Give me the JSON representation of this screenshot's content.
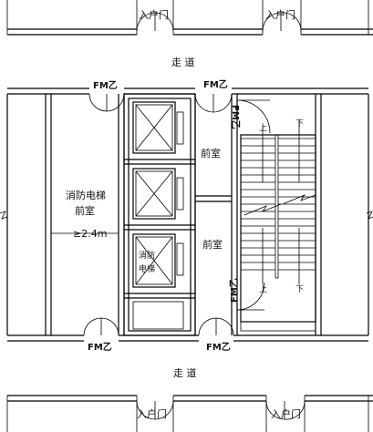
{
  "labels": {
    "entry_door": "入户门",
    "corridor": "走 道",
    "fire_door": "FM乙",
    "front_room": "前室",
    "fire_elevator_lobby_line1": "消防电梯",
    "fire_elevator_lobby_line2": "前室",
    "lobby_width": "≥2.4m",
    "elevator_mark_line1": "消防",
    "elevator_mark_line2": "电梯",
    "stair_up": "上",
    "stair_down": "下"
  },
  "colors": {
    "line": "#000000",
    "background": "#ffffff"
  }
}
